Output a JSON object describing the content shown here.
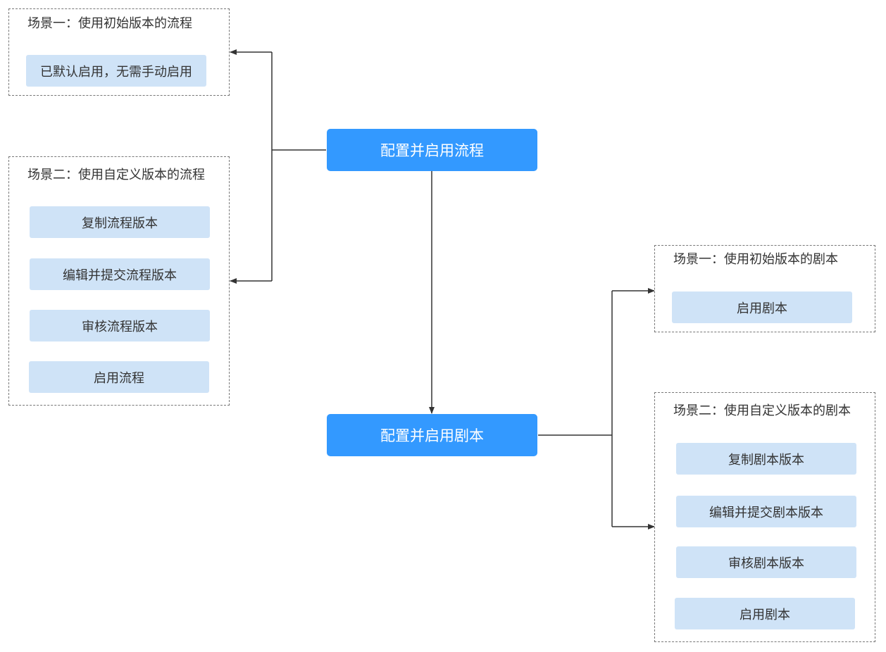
{
  "main_nodes": {
    "flow": "配置并启用流程",
    "script": "配置并启用剧本"
  },
  "flow_scene1": {
    "title": "场景一：使用初始版本的流程",
    "steps": [
      "已默认启用，无需手动启用"
    ]
  },
  "flow_scene2": {
    "title": "场景二：使用自定义版本的流程",
    "steps": [
      "复制流程版本",
      "编辑并提交流程版本",
      "审核流程版本",
      "启用流程"
    ]
  },
  "script_scene1": {
    "title": "场景一：使用初始版本的剧本",
    "steps": [
      "启用剧本"
    ]
  },
  "script_scene2": {
    "title": "场景二：使用自定义版本的剧本",
    "steps": [
      "复制剧本版本",
      "编辑并提交剧本版本",
      "审核剧本版本",
      "启用剧本"
    ]
  },
  "colors": {
    "main_node": "#3399ff",
    "step_box": "#cfe3f7",
    "connector": "#333333",
    "group_border": "#777777"
  }
}
